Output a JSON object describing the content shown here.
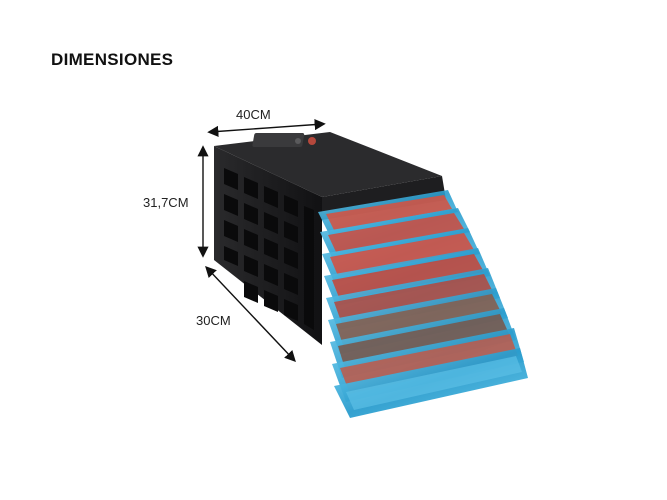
{
  "heading": "DIMENSIONES",
  "dimensions": {
    "width": "40CM",
    "height": "31,7CM",
    "depth": "30CM"
  },
  "colors": {
    "body": "#1c1c1e",
    "tray": "#3aa3cf",
    "food": "#d94a3a",
    "arrow": "#111111"
  }
}
